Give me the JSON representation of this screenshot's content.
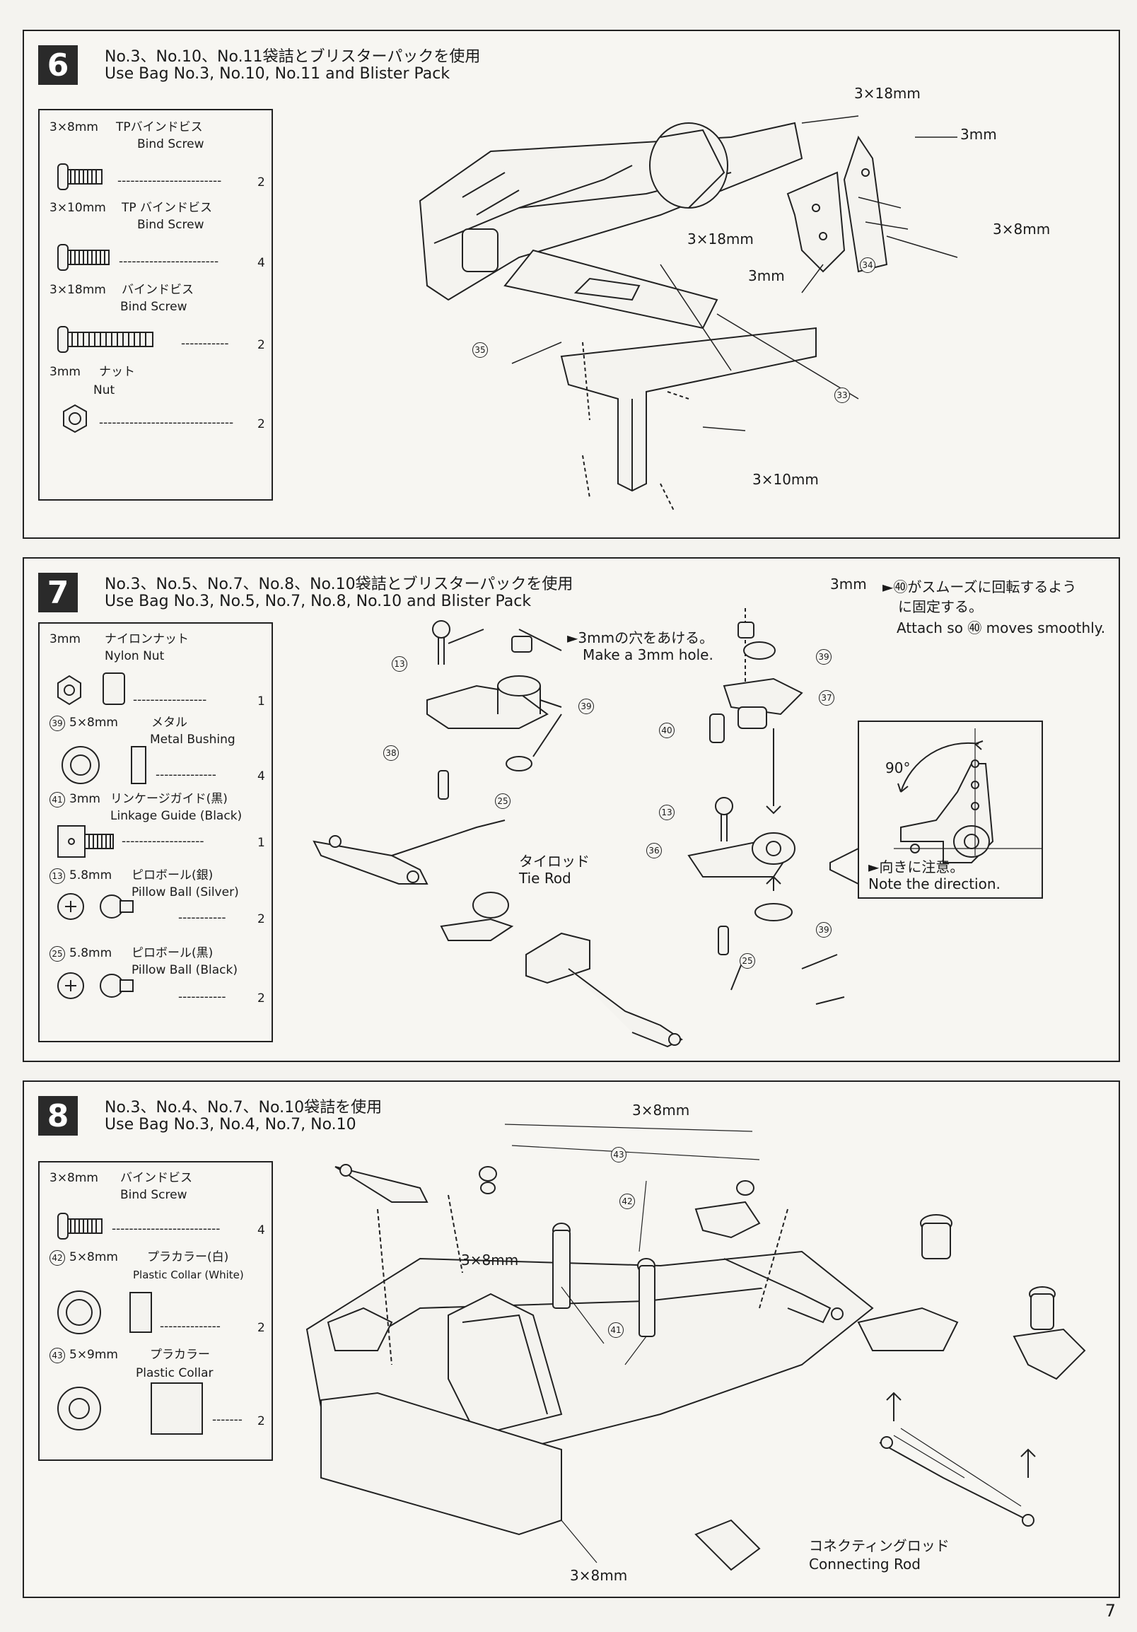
{
  "step6": {
    "number": "6",
    "title_jp": "No.3、No.10、No.11袋詰とブリスターパックを使用",
    "title_en": "Use Bag No.3, No.10, No.11 and Blister Pack",
    "parts": [
      {
        "size": "3×8mm",
        "jp": "TPバインドビス",
        "en": "Bind Screw",
        "qty": "2"
      },
      {
        "size": "3×10mm",
        "jp": "TP バインドビス",
        "en": "Bind Screw",
        "qty": "4"
      },
      {
        "size": "3×18mm",
        "jp": "バインドビス",
        "en": "Bind Screw",
        "qty": "2"
      },
      {
        "size": "3mm",
        "jp": "ナット",
        "en": "Nut",
        "qty": "2"
      }
    ],
    "callouts": {
      "c1": "3×18mm",
      "c2": "3mm",
      "c3": "3×18mm",
      "c4": "3×8mm",
      "c5": "3mm",
      "c6": "3×10mm"
    },
    "part_ids": {
      "p34": "34",
      "p35": "35",
      "p33": "33"
    }
  },
  "step7": {
    "number": "7",
    "title_jp": "No.3、No.5、No.7、No.8、No.10袋詰とブリスターパックを使用",
    "title_en": "Use Bag No.3, No.5, No.7, No.8, No.10 and Blister Pack",
    "parts": [
      {
        "id": "",
        "size": "3mm",
        "jp": "ナイロンナット",
        "en": "Nylon Nut",
        "qty": "1"
      },
      {
        "id": "39",
        "size": "5×8mm",
        "jp": "メタル",
        "en": "Metal Bushing",
        "qty": "4"
      },
      {
        "id": "41",
        "size": "3mm",
        "jp": "リンケージガイド(黒)",
        "en": "Linkage Guide (Black)",
        "qty": "1"
      },
      {
        "id": "13",
        "size": "5.8mm",
        "jp": "ピロボール(銀)",
        "en": "Pillow Ball (Silver)",
        "qty": "2"
      },
      {
        "id": "25",
        "size": "5.8mm",
        "jp": "ピロボール(黒)",
        "en": "Pillow Ball (Black)",
        "qty": "2"
      }
    ],
    "notes": {
      "hole_jp": "►3mmの穴をあける。",
      "hole_en": "Make a 3mm hole.",
      "nut_size": "3mm",
      "smooth_jp1": "►㊵がスムーズに回転するよう",
      "smooth_jp2": "に固定する。",
      "smooth_en": "Attach so ㊵ moves smoothly.",
      "tierod_jp": "タイロッド",
      "tierod_en": "Tie Rod",
      "angle": "90°",
      "dir_jp": "►向きに注意。",
      "dir_en": "Note the direction."
    },
    "part_ids": {
      "a": "13",
      "b": "38",
      "c": "25",
      "d": "39",
      "e": "39",
      "f": "37",
      "g": "40",
      "h": "13",
      "i": "36",
      "j": "25",
      "k": "39"
    }
  },
  "step8": {
    "number": "8",
    "title_jp": "No.3、No.4、No.7、No.10袋詰を使用",
    "title_en": "Use Bag No.3, No.4, No.7, No.10",
    "parts": [
      {
        "id": "",
        "size": "3×8mm",
        "jp": "バインドビス",
        "en": "Bind Screw",
        "qty": "4"
      },
      {
        "id": "42",
        "size": "5×8mm",
        "jp": "プラカラー(白)",
        "en": "Plastic Collar (White)",
        "qty": "2"
      },
      {
        "id": "43",
        "size": "5×9mm",
        "jp": "プラカラー",
        "en": "Plastic Collar",
        "qty": "2"
      }
    ],
    "callouts": {
      "c1": "3×8mm",
      "c2": "3×8mm",
      "c3": "3×8mm"
    },
    "part_ids": {
      "a": "43",
      "b": "42",
      "c": "41"
    },
    "connecting_rod_jp": "コネクティングロッド",
    "connecting_rod_en": "Connecting Rod"
  },
  "page_number": "7"
}
